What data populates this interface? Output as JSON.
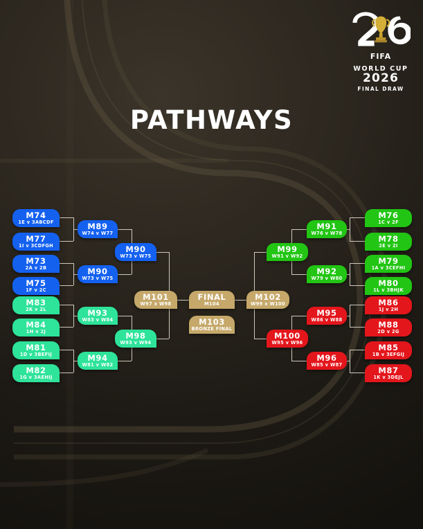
{
  "page": {
    "title": "PATHWAYS",
    "background_color": "#2b261e"
  },
  "logo": {
    "number": "26",
    "fifa": "FIFA",
    "world_cup": "WORLD CUP",
    "year": "2026",
    "subtitle": "FINAL DRAW"
  },
  "colors": {
    "blue": "#1461f0",
    "green": "#2ee39a",
    "green_dark": "#22c514",
    "red": "#e3161c",
    "gold": "#c5a86a",
    "line": "#cfcabc"
  },
  "bracket": {
    "left_upper_r32": [
      {
        "code": "M74",
        "teams": "1E v 3ABCDF",
        "color": "blue"
      },
      {
        "code": "M77",
        "teams": "1I v 3CDFGH",
        "color": "blue"
      },
      {
        "code": "M73",
        "teams": "2A v 2B",
        "color": "blue"
      },
      {
        "code": "M75",
        "teams": "1F v 2C",
        "color": "blue"
      }
    ],
    "left_upper_r16": [
      {
        "code": "M89",
        "teams": "W74 v W77",
        "color": "blue"
      },
      {
        "code": "M90",
        "teams": "W73 v W75",
        "color": "blue"
      }
    ],
    "left_upper_qf": [
      {
        "code": "M90",
        "teams": "W73 v W75",
        "color": "blue"
      }
    ],
    "left_lower_r32": [
      {
        "code": "M83",
        "teams": "2K v 2L",
        "color": "green"
      },
      {
        "code": "M84",
        "teams": "1H v 2J",
        "color": "green"
      },
      {
        "code": "M81",
        "teams": "1D v 3BEFIJ",
        "color": "green"
      },
      {
        "code": "M82",
        "teams": "1G v 3AEHIJ",
        "color": "green"
      }
    ],
    "left_lower_r16": [
      {
        "code": "M93",
        "teams": "W83 v W84",
        "color": "green"
      },
      {
        "code": "M94",
        "teams": "W81 v W82",
        "color": "green"
      }
    ],
    "left_lower_qf": [
      {
        "code": "M98",
        "teams": "W93 v W94",
        "color": "green"
      }
    ],
    "right_upper_r32": [
      {
        "code": "M76",
        "teams": "1C v 2F",
        "color": "green_dark"
      },
      {
        "code": "M78",
        "teams": "2E v 2I",
        "color": "green_dark"
      },
      {
        "code": "M79",
        "teams": "1A v 3CEFHI",
        "color": "green_dark"
      },
      {
        "code": "M80",
        "teams": "1L v 3BHJK",
        "color": "green_dark"
      }
    ],
    "right_upper_r16": [
      {
        "code": "M91",
        "teams": "W76 v W78",
        "color": "green_dark"
      },
      {
        "code": "M92",
        "teams": "W79 v W80",
        "color": "green_dark"
      }
    ],
    "right_upper_qf": [
      {
        "code": "M99",
        "teams": "W91 v W92",
        "color": "green_dark"
      }
    ],
    "right_lower_r32": [
      {
        "code": "M86",
        "teams": "1J v 2H",
        "color": "red"
      },
      {
        "code": "M88",
        "teams": "2D v 2G",
        "color": "red"
      },
      {
        "code": "M85",
        "teams": "1B v 3EFGIJ",
        "color": "red"
      },
      {
        "code": "M87",
        "teams": "1K v 3DEJL",
        "color": "red"
      }
    ],
    "right_lower_r16": [
      {
        "code": "M95",
        "teams": "W86 v W88",
        "color": "red"
      },
      {
        "code": "M96",
        "teams": "W85 v W87",
        "color": "red"
      }
    ],
    "right_lower_qf": [
      {
        "code": "M100",
        "teams": "W95 v W96",
        "color": "red"
      }
    ],
    "semifinal_left": {
      "code": "M101",
      "teams": "W97 x W98",
      "color": "gold"
    },
    "semifinal_right": {
      "code": "M102",
      "teams": "W99 x W100",
      "color": "gold"
    },
    "final": {
      "code": "FINAL",
      "teams": "M104",
      "color": "gold"
    },
    "bronze": {
      "code": "M103",
      "teams": "BRONZE FINAL",
      "color": "gold"
    }
  }
}
